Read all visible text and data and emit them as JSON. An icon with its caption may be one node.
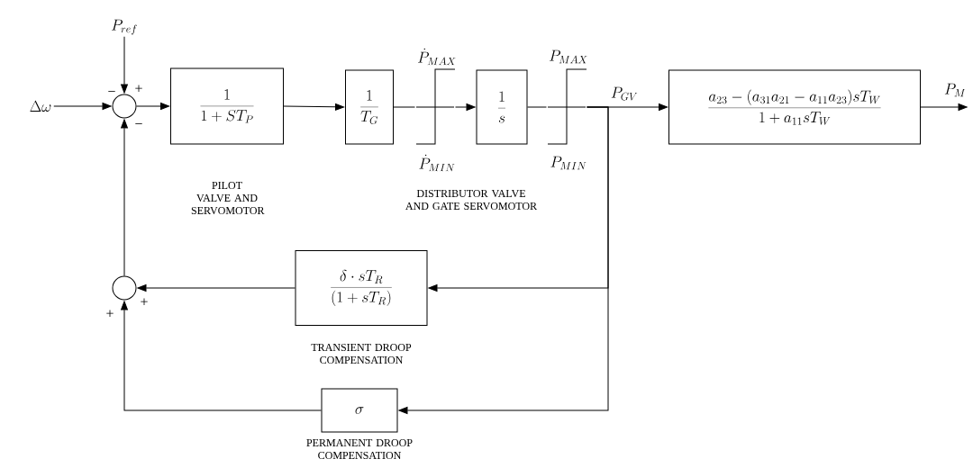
{
  "diagram": {
    "nodes": [
      {
        "text": [
          "\\Delta\\omega"
        ]
      },
      {
        "text": [
          "P_{ref}"
        ]
      },
      {
        "text": [],
        "shape": "circle",
        "beside": [
          "−",
          "+",
          "−"
        ]
      },
      {
        "text": [
          "\\frac{1}{1+ST_P}"
        ],
        "beside": [
          "PILOT VALVE AND SERVOMOTOR"
        ]
      },
      {
        "text": [
          "\\frac{1}{T_G}"
        ]
      },
      {
        "text": [
          "\\dot{P}_{MAX}",
          "\\dot{P}_{MIN}"
        ]
      },
      {
        "text": [
          "\\frac{1}{s}"
        ]
      },
      {
        "text": [
          "P_{MAX}",
          "P_{MIN}"
        ]
      },
      {
        "text": [
          "\\frac{a_{23}-(a_{31}a_{21}-a_{11}a_{23})sT_W}{1+a_{11}sT_W}"
        ]
      },
      {
        "text": [
          "P_M"
        ]
      },
      {
        "text": [
          "\\frac{\\delta\\cdot sT_R}{(1+sT_R)}"
        ],
        "beside": [
          "TRANSIENT DROOP COMPENSATION"
        ]
      },
      {
        "text": [],
        "shape": "circle",
        "beside": [
          "+",
          "+"
        ]
      },
      {
        "text": [
          "\\sigma"
        ],
        "beside": [
          "PERMANENT DROOP COMPENSATION"
        ]
      }
    ],
    "edges": [
      {
        "from": 0,
        "to": 2,
        "arrow": "to"
      },
      {
        "from": 1,
        "to": 2,
        "arrow": "to"
      },
      {
        "from": 2,
        "to": 3,
        "arrow": "to"
      },
      {
        "from": 3,
        "to": 4,
        "arrow": "to"
      },
      {
        "from": 4,
        "to": 5,
        "arrow": "none"
      },
      {
        "from": 5,
        "to": 6,
        "arrow": "to"
      },
      {
        "from": 6,
        "to": 7,
        "arrow": "none"
      },
      {
        "from": 7,
        "to": 8,
        "arrow": "to",
        "label": "P_{GV}"
      },
      {
        "from": 8,
        "to": 9,
        "arrow": "to"
      },
      {
        "from": 7,
        "to": 10,
        "arrow": "to"
      },
      {
        "from": 7,
        "to": 12,
        "arrow": "to"
      },
      {
        "from": 10,
        "to": 11,
        "arrow": "to"
      },
      {
        "from": 12,
        "to": 11,
        "arrow": "to"
      },
      {
        "from": 11,
        "to": 2,
        "arrow": "to"
      }
    ],
    "labels": [
      "DISTRIBUTOR VALVE AND GATE SERVOMOTOR"
    ]
  }
}
